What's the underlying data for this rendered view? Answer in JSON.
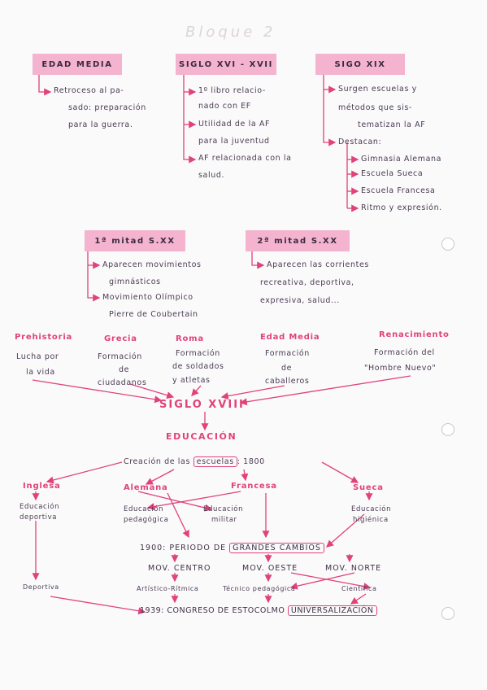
{
  "title": "Bloque 2",
  "headers": {
    "edad_media": "EDAD MEDIA",
    "siglo_xvi_xvii": "SIGLO XVI - XVII",
    "siglo_xix": "SIGO XIX",
    "primera_mitad": "1ª mitad S.XX",
    "segunda_mitad": "2ª mitad S.XX"
  },
  "edad_media": {
    "lines": [
      "Retroceso al pa-",
      "sado: preparación",
      "para la guerra."
    ]
  },
  "siglo_xvi_xvii": {
    "item1": [
      "1º libro relacio-",
      "nado con EF"
    ],
    "item2": [
      "Utilidad de la AF",
      "para la juventud"
    ],
    "item3": [
      "AF relacionada con la",
      "salud."
    ]
  },
  "siglo_xix": {
    "intro": [
      "Surgen escuelas y",
      "métodos que sis-",
      "tematizan la AF"
    ],
    "destacan": "Destacan:",
    "items": [
      "Gimnasia Alemana",
      "Escuela Sueca",
      "Escuela Francesa",
      "Ritmo y expresión."
    ]
  },
  "primera_mitad": {
    "item1": [
      "Aparecen movimientos",
      "gimnásticos"
    ],
    "item2": [
      "Movimiento Olímpico",
      "Pierre de Coubertain"
    ]
  },
  "segunda_mitad": {
    "lines": [
      "Aparecen las corrientes",
      "recreativa, deportiva,",
      "expresiva, salud..."
    ]
  },
  "eras": {
    "prehistoria": {
      "name": "Prehistoria",
      "lines": [
        "Lucha por",
        "la vida"
      ]
    },
    "grecia": {
      "name": "Grecia",
      "lines": [
        "Formación",
        "de",
        "ciudadanos"
      ]
    },
    "roma": {
      "name": "Roma",
      "lines": [
        "Formación",
        "de soldados",
        "y atletas"
      ]
    },
    "edad_media": {
      "name": "Edad Media",
      "lines": [
        "Formación",
        "de",
        "caballeros"
      ]
    },
    "renacimiento": {
      "name": "Renacimiento",
      "lines": [
        "Formación del",
        "\"Hombre Nuevo\""
      ]
    }
  },
  "siglo_xviii": "SIGLO XVIII",
  "educacion": "EDUCACIÓN",
  "creacion": {
    "pre": "Creación de las",
    "boxed": "escuelas",
    "post": ": 1800"
  },
  "escuelas": {
    "inglesa": {
      "name": "Inglesa",
      "lines": [
        "Educación",
        "deportiva"
      ]
    },
    "alemana": {
      "name": "Alemana",
      "lines": [
        "Educación",
        "pedagógica"
      ]
    },
    "francesa": {
      "name": "Francesa",
      "lines": [
        "Educación",
        "militar"
      ]
    },
    "sueca": {
      "name": "Sueca",
      "lines": [
        "Educación",
        "higiénica"
      ]
    }
  },
  "periodo": {
    "pre": "1900: PERIODO DE",
    "boxed": "GRANDES CAMBIOS"
  },
  "movimientos": {
    "centro": "MOV. CENTRO",
    "oeste": "MOV. OESTE",
    "norte": "MOV. NORTE"
  },
  "mov_desc": {
    "deportiva": "Deportiva",
    "artistico": "Artístico-Rítmica",
    "tecnico": "Técnico pedagógica",
    "cientifica": "Científica"
  },
  "congreso": {
    "pre": "1939: CONGRESO DE ESTOCOLMO",
    "boxed": "UNIVERSALIZACIÓN"
  },
  "colors": {
    "accent": "#e0427a",
    "header_bg": "#f4b3cf",
    "ink": "#4a3a52"
  }
}
